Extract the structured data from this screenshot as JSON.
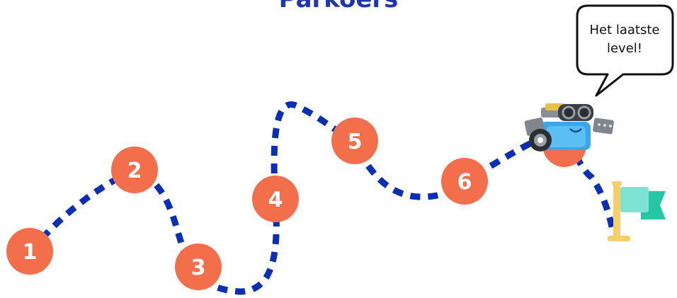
{
  "title": "Parkoers",
  "speech_bubble": {
    "line1": "Het laatste",
    "line2": "level!"
  },
  "steps": [
    "1",
    "2",
    "3",
    "4",
    "5",
    "6"
  ],
  "colors": {
    "path": "#0a2fb5",
    "step_circle": "#f36f4b",
    "step_text": "#ffffff",
    "title": "#2036b0",
    "flag_pole": "#f5cf6a",
    "flag_cloth": "#7fe3d4",
    "flag_cloth_dark": "#27c7a6"
  },
  "icons": {
    "robot": "mbot-robot-icon",
    "flag": "finish-flag-icon"
  }
}
